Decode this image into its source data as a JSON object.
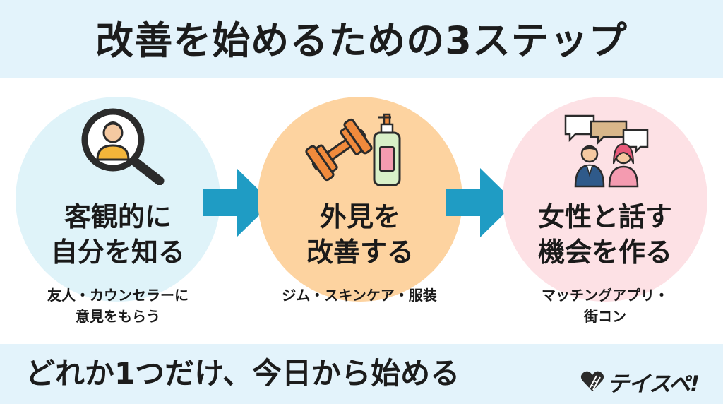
{
  "title": "改善を始めるための3ステップ",
  "steps": [
    {
      "title_lines": [
        "客観的に",
        "自分を知る"
      ],
      "note_lines": [
        "友人・カウンセラーに",
        "意見をもらう"
      ],
      "icon": "magnifier-person-icon",
      "color": "#dff3f9"
    },
    {
      "title_lines": [
        "外見を",
        "改善する"
      ],
      "note_lines": [
        "ジム・スキンケア・服装"
      ],
      "icon": "dumbbell-lotion-icon",
      "color": "#fdd3a0"
    },
    {
      "title_lines": [
        "女性と話す",
        "機会を作る"
      ],
      "note_lines": [
        "マッチングアプリ・",
        "街コン"
      ],
      "icon": "couple-chat-icon",
      "color": "#fde1e5"
    }
  ],
  "arrow_color": "#1f9cc4",
  "footer": "どれか1つだけ、今日から始める",
  "logo": "テイスペ!"
}
